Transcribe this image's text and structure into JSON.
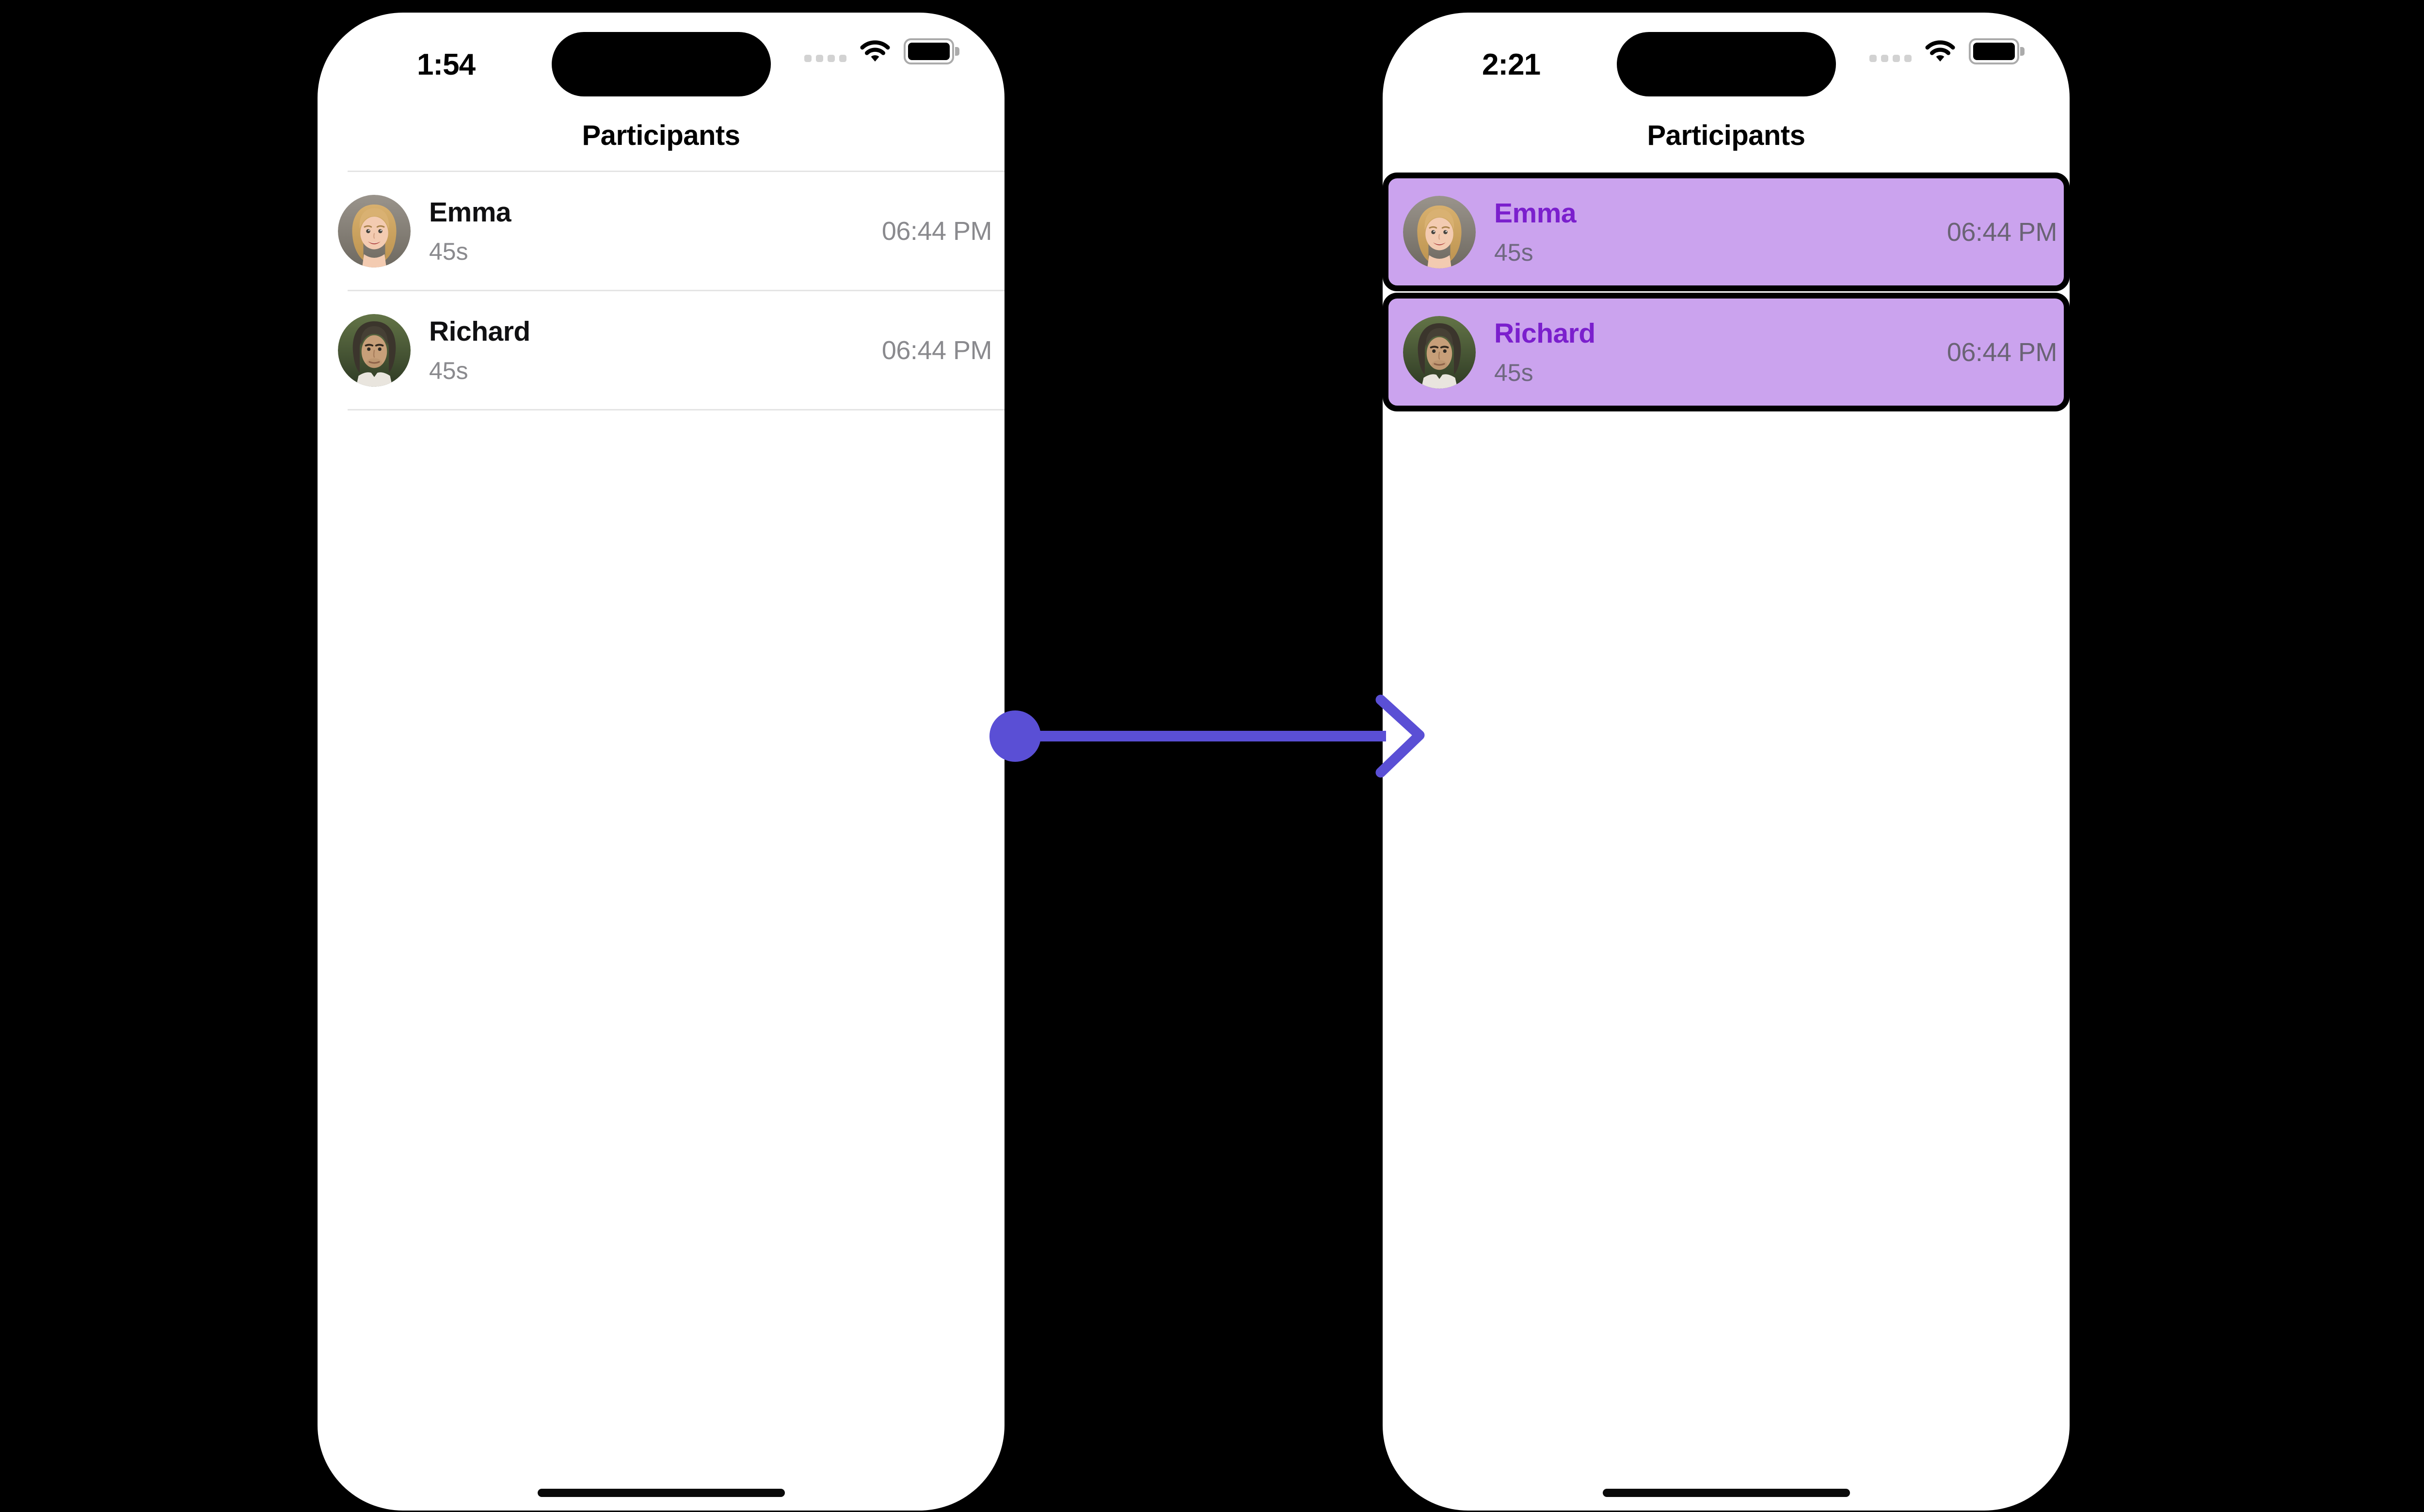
{
  "canvas": {
    "background": "#000000"
  },
  "arrow": {
    "color": "#5A4FD5",
    "direction": "left-to-right"
  },
  "status_icons": {
    "cellular": "cellular-dots-icon",
    "wifi": "wifi-icon",
    "battery": "battery-full-icon"
  },
  "phones": {
    "left": {
      "status_time": "1:54",
      "title": "Participants",
      "rows": [
        {
          "name": "Emma",
          "duration": "45s",
          "time": "06:44 PM",
          "avatar": "emma-photo"
        },
        {
          "name": "Richard",
          "duration": "45s",
          "time": "06:44 PM",
          "avatar": "richard-photo"
        }
      ]
    },
    "right": {
      "status_time": "2:21",
      "title": "Participants",
      "highlight": {
        "row_background": "#CBA3EE",
        "row_border": "#000000",
        "name_color": "#7B1FCD"
      },
      "rows": [
        {
          "name": "Emma",
          "duration": "45s",
          "time": "06:44 PM",
          "avatar": "emma-photo"
        },
        {
          "name": "Richard",
          "duration": "45s",
          "time": "06:44 PM",
          "avatar": "richard-photo"
        }
      ]
    }
  }
}
